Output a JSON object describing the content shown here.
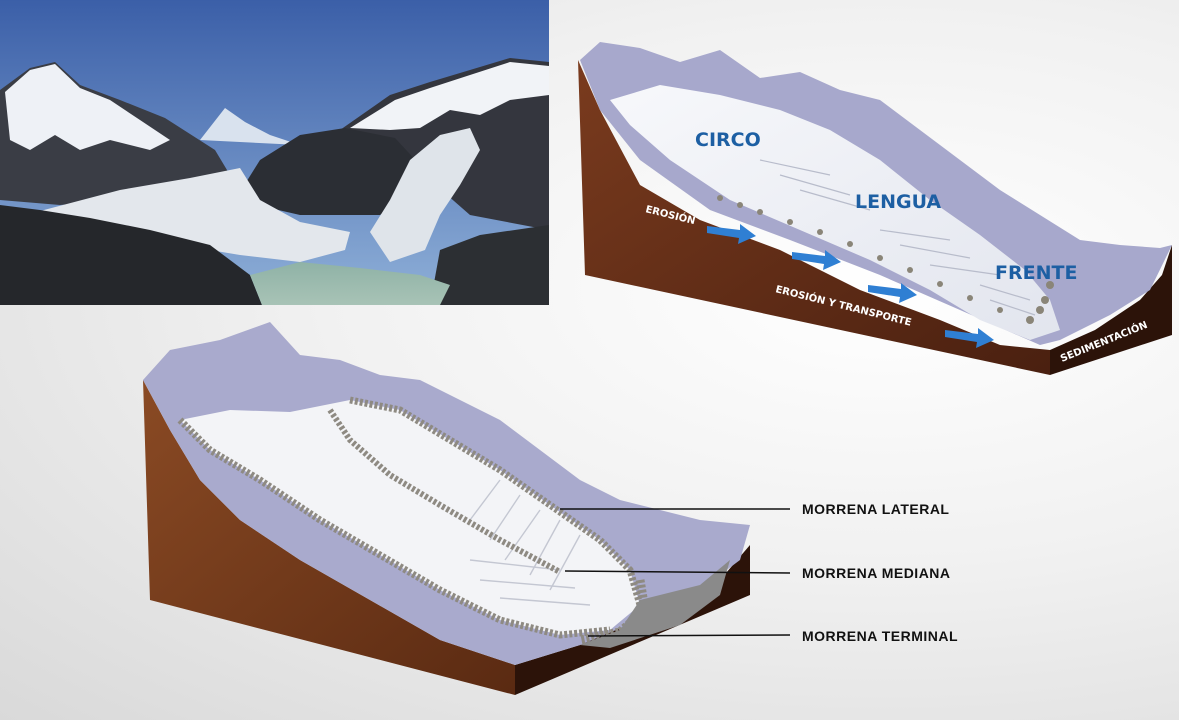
{
  "upper_diagram": {
    "zones": {
      "circo": "CIRCO",
      "lengua": "LENGUA",
      "frente": "FRENTE"
    },
    "processes": {
      "erosion": "EROSIÓN",
      "erosion_transporte": "EROSIÓN Y TRANSPORTE",
      "sedimentacion": "SEDIMENTACIÓN"
    }
  },
  "lower_diagram": {
    "morrena_lateral": "MORRENA LATERAL",
    "morrena_mediana": "MORRENA MEDIANA",
    "morrena_terminal": "MORRENA TERMINAL"
  },
  "colors": {
    "ice": "#e9ecf4",
    "ice_shadow": "#a9aac9",
    "rock_brown": "#5a2a17",
    "label_blue": "#1d5fa3",
    "arrow_blue": "#2f7fd3"
  }
}
